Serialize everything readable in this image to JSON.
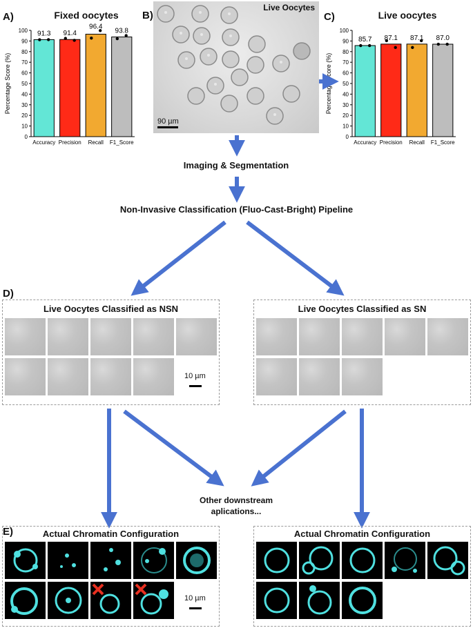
{
  "panels": {
    "a_letter": "A)",
    "b_letter": "B)",
    "c_letter": "C)",
    "d_letter": "D)",
    "e_letter": "E)"
  },
  "micrograph": {
    "label": "Live Oocytes",
    "scale": "90 µm"
  },
  "steps": {
    "imaging": "Imaging & Segmentation",
    "pipeline": "Non-Invasive Classification (Fluo-Cast-Bright) Pipeline",
    "downstream_line1": "Other downstream",
    "downstream_line2": "aplications..."
  },
  "boxes": {
    "nsn_title": "Live Oocytes Classified as NSN",
    "sn_title": "Live Oocytes Classified as SN",
    "chromatin_left": "Actual Chromatin Configuration",
    "chromatin_right": "Actual Chromatin Configuration",
    "scale_d": "10 µm",
    "scale_e": "10 µm"
  },
  "chart_data": [
    {
      "type": "bar",
      "title": "Fixed oocytes",
      "categories": [
        "Accuracy",
        "Precision",
        "Recall",
        "F1_Score"
      ],
      "values": [
        91.3,
        91.4,
        96.4,
        93.8
      ],
      "value_labels": [
        "91.3",
        "91.4",
        "96.4",
        "93.8"
      ],
      "points": [
        [
          91.2,
          91.3
        ],
        [
          92.5,
          90.6
        ],
        [
          92.7,
          99.8
        ],
        [
          92.2,
          95.1
        ]
      ],
      "colors": [
        "#63E6D6",
        "#FF2A17",
        "#F2A930",
        "#BDBDBD"
      ],
      "ylabel": "Percentage Score (%)",
      "ylim": [
        0,
        100
      ],
      "yticks": [
        0,
        10,
        20,
        30,
        40,
        50,
        60,
        70,
        80,
        90,
        100
      ]
    },
    {
      "type": "bar",
      "title": "Live oocytes",
      "categories": [
        "Accuracy",
        "Precision",
        "Recall",
        "F1_Score"
      ],
      "values": [
        85.7,
        87.1,
        87.1,
        87.0
      ],
      "value_labels": [
        "85.7",
        "87.1",
        "87.1",
        "87.0"
      ],
      "points": [
        [
          85.7,
          85.7
        ],
        [
          90.3,
          83.9
        ],
        [
          83.9,
          90.3
        ],
        [
          87.0,
          87.0
        ]
      ],
      "colors": [
        "#63E6D6",
        "#FF2A17",
        "#F2A930",
        "#BDBDBD"
      ],
      "ylabel": "Percentage Score (%)",
      "ylim": [
        0,
        100
      ],
      "yticks": [
        0,
        10,
        20,
        30,
        40,
        50,
        60,
        70,
        80,
        90,
        100
      ]
    }
  ]
}
